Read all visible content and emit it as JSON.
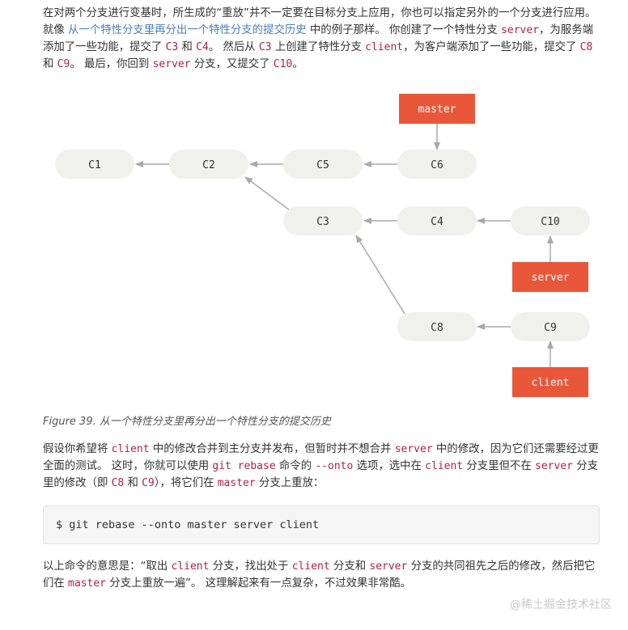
{
  "intro": {
    "t1": "在对两个分支进行变基时，所生成的“重放”并不一定要在目标分支上应用，你也可以指定另外的一个分支进行应用。 就像 ",
    "link": "从一个特性分支里再分出一个特性分支的提交历史",
    "t2": " 中的例子那样。 你创建了一个特性分支 ",
    "c_server": "server",
    "t3": "，为服务端添加了一些功能，提交了 ",
    "c_c3": "C3",
    "t4": " 和 ",
    "c_c4": "C4",
    "t5": "。 然后从 ",
    "c_c3b": "C3",
    "t6": " 上创建了特性分支 ",
    "c_client": "client",
    "t7": "，为客户端添加了一些功能，提交了 ",
    "c_c8": "C8",
    "t8": " 和 ",
    "c_c9": "C9",
    "t9": "。 最后，你回到 ",
    "c_server2": "server",
    "t10": " 分支，又提交了 ",
    "c_c10": "C10",
    "t11": "。"
  },
  "figure": {
    "commits": [
      "C1",
      "C2",
      "C5",
      "C6",
      "C3",
      "C4",
      "C10",
      "C8",
      "C9"
    ],
    "branches": [
      "master",
      "server",
      "client"
    ],
    "colors": {
      "node_fill": "#f0f0ec",
      "branch_fill": "#e8573a",
      "arrow": "#a9a9a9"
    }
  },
  "caption": "Figure 39. 从一个特性分支里再分出一个特性分支的提交历史",
  "para2": {
    "t1": "假设你希望将 ",
    "c_client": "client",
    "t2": " 中的修改合并到主分支并发布，但暂时并不想合并 ",
    "c_server": "server",
    "t3": " 中的修改，因为它们还需要经过更全面的测试。 这时，你就可以使用 ",
    "c_rebase": "git rebase",
    "t4": " 命令的 ",
    "c_onto": "--onto",
    "t5": " 选项，选中在 ",
    "c_client2": "client",
    "t6": " 分支里但不在 ",
    "c_server2": "server",
    "t7": " 分支里的修改（即 ",
    "c_c8": "C8",
    "t8": " 和 ",
    "c_c9": "C9",
    "t9": "），将它们在 ",
    "c_master": "master",
    "t10": " 分支上重放："
  },
  "codeblock": "$ git rebase --onto master server client",
  "para3": {
    "t1": "以上命令的意思是：“取出 ",
    "c_client": "client",
    "t2": " 分支，找出处于 ",
    "c_client2": "client",
    "t3": " 分支和 ",
    "c_server": "server",
    "t4": " 分支的共同祖先之后的修改，然后把它们在 ",
    "c_master": "master",
    "t5": " 分支上重放一遍”。 这理解起来有一点复杂，不过效果非常酷。"
  },
  "watermark": "@稀土掘金技术社区"
}
